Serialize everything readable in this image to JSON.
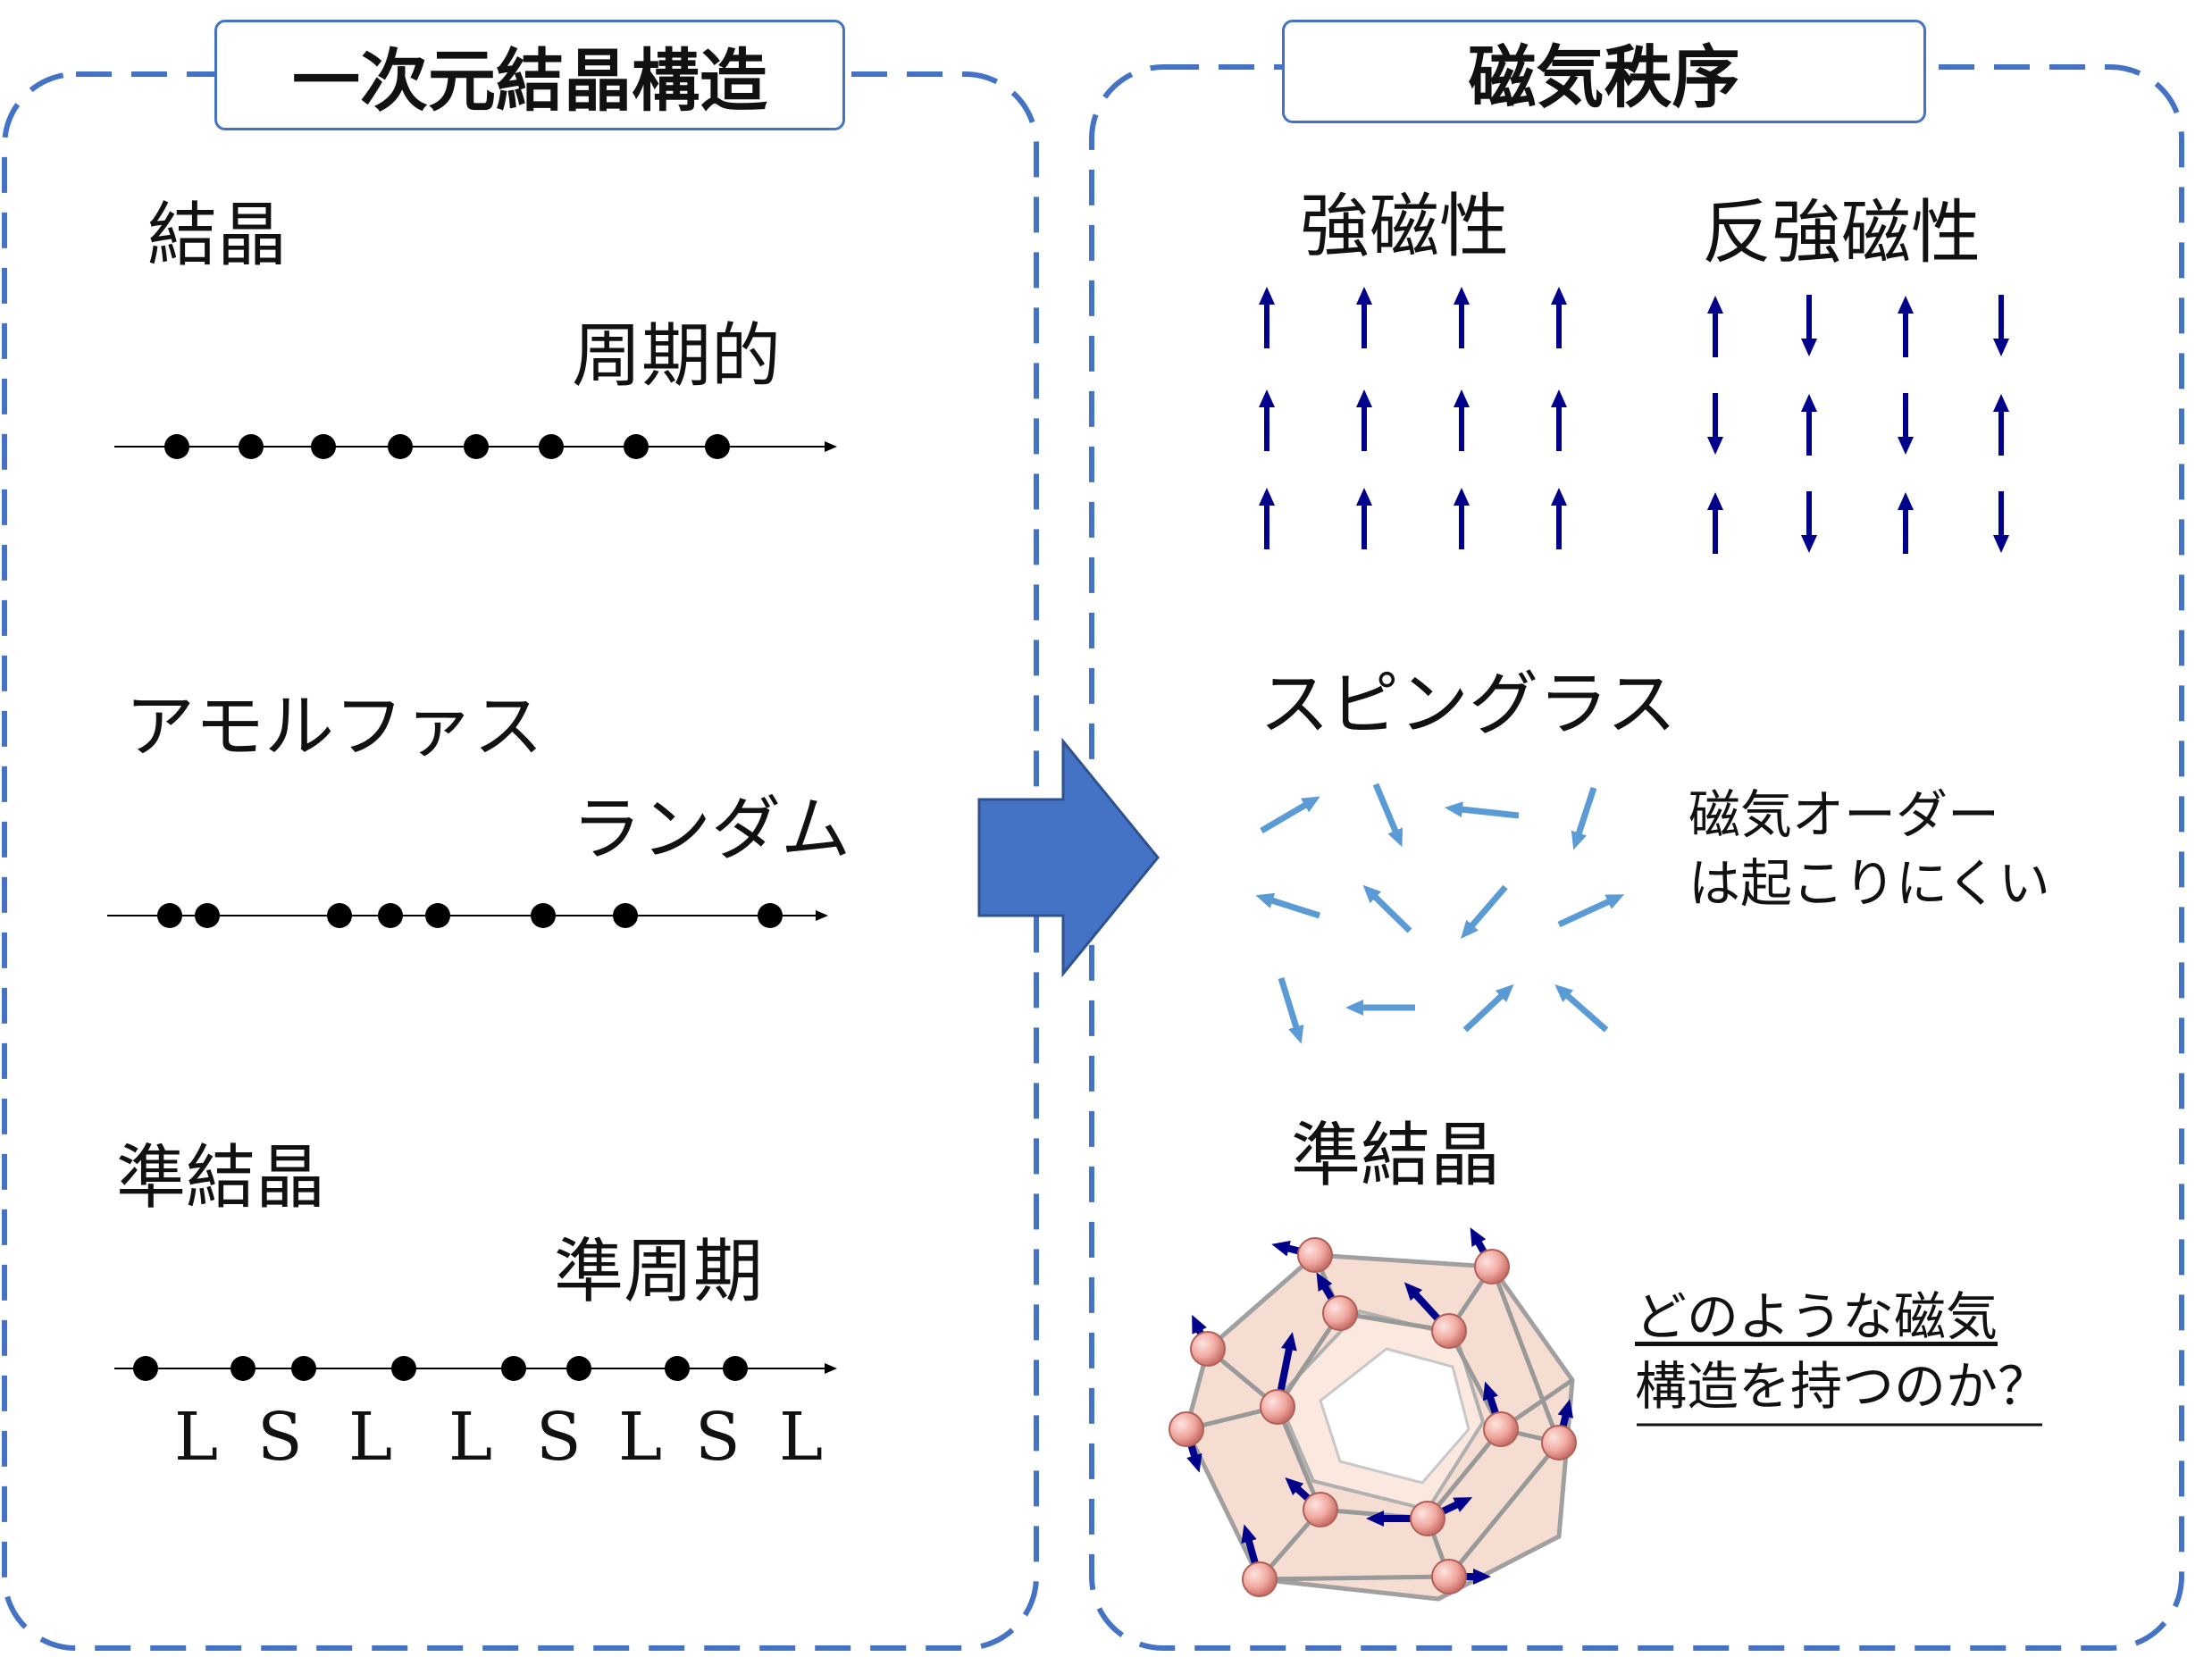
{
  "left_panel": {
    "title": "一次元結晶構造",
    "rows": [
      {
        "name": "結晶",
        "descriptor": "周期的"
      },
      {
        "name": "アモルファス",
        "descriptor": "ランダム"
      },
      {
        "name": "準結晶",
        "descriptor": "準周期",
        "sequence": [
          "L",
          "S",
          "L",
          "L",
          "S",
          "L",
          "S",
          "L"
        ]
      }
    ]
  },
  "right_panel": {
    "title": "磁気秩序",
    "ferromagnet": {
      "label": "強磁性",
      "spins": [
        [
          "up",
          "up",
          "up",
          "up"
        ],
        [
          "up",
          "up",
          "up",
          "up"
        ],
        [
          "up",
          "up",
          "up",
          "up"
        ]
      ]
    },
    "antiferromagnet": {
      "label": "反強磁性",
      "spins": [
        [
          "up",
          "down",
          "up",
          "down"
        ],
        [
          "down",
          "up",
          "down",
          "up"
        ],
        [
          "up",
          "down",
          "up",
          "down"
        ]
      ]
    },
    "spin_glass": {
      "label": "スピングラス",
      "note_lines": [
        "磁気オーダー",
        "は起こりにくい"
      ]
    },
    "quasicrystal": {
      "label": "準結晶",
      "question_lines": [
        "どのような磁気",
        "構造を持つのか？"
      ]
    }
  },
  "colors": {
    "border": "#4472c4",
    "arrow_fill": "#4472c4",
    "spin_dark": "#00008b",
    "spin_light": "#5b9bd5",
    "atom": "#f0a8a0",
    "dot": "#000000"
  }
}
